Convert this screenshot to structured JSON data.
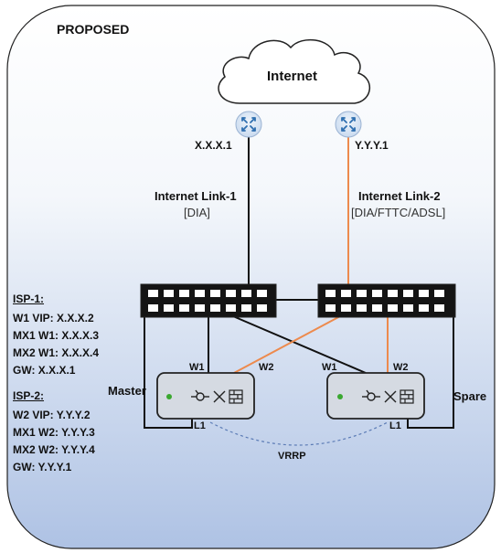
{
  "title": "PROPOSED",
  "cloud_label": "Internet",
  "ip_left": "X.X.X.1",
  "ip_right": "Y.Y.Y.1",
  "link1_name": "Internet Link-1",
  "link1_type": "[DIA]",
  "link2_name": "Internet Link-2",
  "link2_type": "[DIA/FTTC/ADSL]",
  "isp1": {
    "heading": "ISP-1:",
    "lines": [
      "W1 VIP: X.X.X.2",
      "MX1 W1: X.X.X.3",
      "MX2 W1: X.X.X.4",
      "GW: X.X.X.1"
    ]
  },
  "isp2": {
    "heading": "ISP-2:",
    "lines": [
      "W2 VIP: Y.Y.Y.2",
      "MX1 W2: Y.Y.Y.3",
      "MX2 W2: Y.Y.Y.4",
      "GW: Y.Y.Y.1"
    ]
  },
  "master_label": "Master",
  "spare_label": "Spare",
  "port_w1": "W1",
  "port_w2": "W2",
  "port_l1": "L1",
  "vrrp_label": "VRRP",
  "colors": {
    "background_top": "#ffffff",
    "background_bottom": "#b0c4e6",
    "link_black": "#111111",
    "link_orange": "#ed8a4d",
    "router_icon": "#d9e6f5",
    "router_arrow": "#2f6fb0",
    "device_fill": "#d6dbe3",
    "led_green": "#3aa830",
    "vrrp_dashed": "#5b7bb5"
  },
  "icons": [
    "router-icon",
    "cloud-icon",
    "switch-icon",
    "security-appliance-icon",
    "vpn-icon",
    "firewall-icon"
  ]
}
